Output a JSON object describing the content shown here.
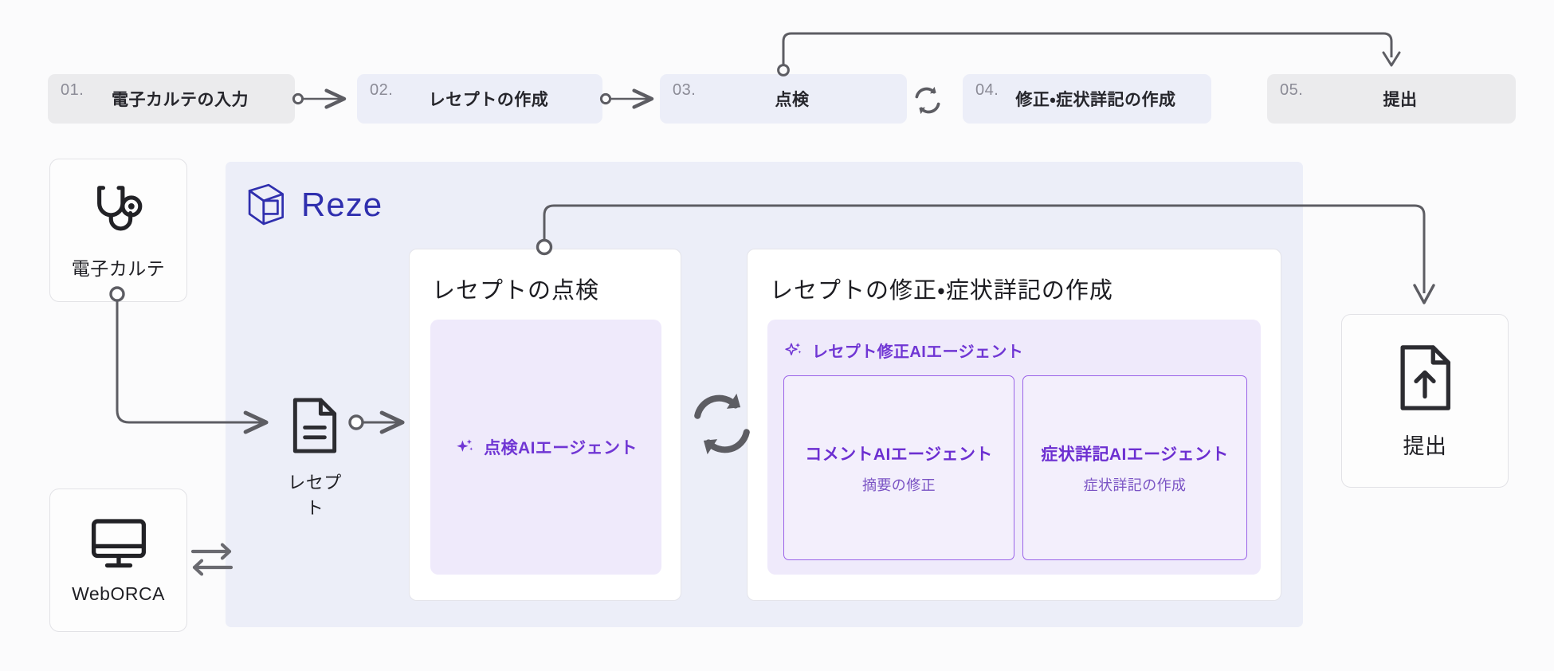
{
  "brand": {
    "name": "Reze",
    "logo_icon": "reze-cube-logo",
    "color": "#2f2fae"
  },
  "colors": {
    "page_bg": "#fbfbfc",
    "panel_bg": "#eceef8",
    "step_gray": "#ebebed",
    "step_violet": "#eceef8",
    "agent_purple": "#7036d4",
    "subcard_border": "#9a63e8",
    "connector": "#5d5d63"
  },
  "steps": [
    {
      "number": "01.",
      "label": "電子カルテの入力",
      "tone": "gray"
    },
    {
      "number": "02.",
      "label": "レセプトの作成",
      "tone": "violet"
    },
    {
      "number": "03.",
      "label": "点検",
      "tone": "violet"
    },
    {
      "number": "04.",
      "label": "修正・症状詳記の作成",
      "tone": "violet"
    },
    {
      "number": "05.",
      "label": "提出",
      "tone": "gray"
    }
  ],
  "step_connectors": [
    {
      "from": "01.",
      "to": "02.",
      "kind": "dot-arrow"
    },
    {
      "from": "02.",
      "to": "03.",
      "kind": "dot-arrow"
    },
    {
      "from": "03.",
      "to": "04.",
      "kind": "sync-icon",
      "icon": "sync-icon"
    },
    {
      "from": "03.",
      "to": "05.",
      "kind": "overhead-arrow"
    }
  ],
  "sources": [
    {
      "id": "karte",
      "label": "電子カルテ",
      "icon": "stethoscope-icon"
    },
    {
      "id": "orca",
      "label": "WebORCA",
      "icon": "monitor-icon"
    }
  ],
  "orca_exchange": {
    "icon": "bidirectional-arrows-icon"
  },
  "receipt_node": {
    "label": "レセプト",
    "icon": "document-lines-icon"
  },
  "cards": [
    {
      "id": "check",
      "title": "レセプトの点検",
      "agent": {
        "label": "点検AIエージェント",
        "icon": "sparkle-icon"
      }
    },
    {
      "id": "fix",
      "title": "レセプトの修正・症状詳記の作成",
      "agent": {
        "label": "レセプト修正AIエージェント",
        "icon": "sparkle-icon"
      },
      "subagents": [
        {
          "title": "コメントAIエージェント",
          "subtitle": "摘要の修正"
        },
        {
          "title": "症状詳記AIエージェント",
          "subtitle": "症状詳記の作成"
        }
      ]
    }
  ],
  "loop_between_cards": {
    "icon": "sync-icon"
  },
  "submit_tile": {
    "label": "提出",
    "icon": "document-upload-icon"
  }
}
